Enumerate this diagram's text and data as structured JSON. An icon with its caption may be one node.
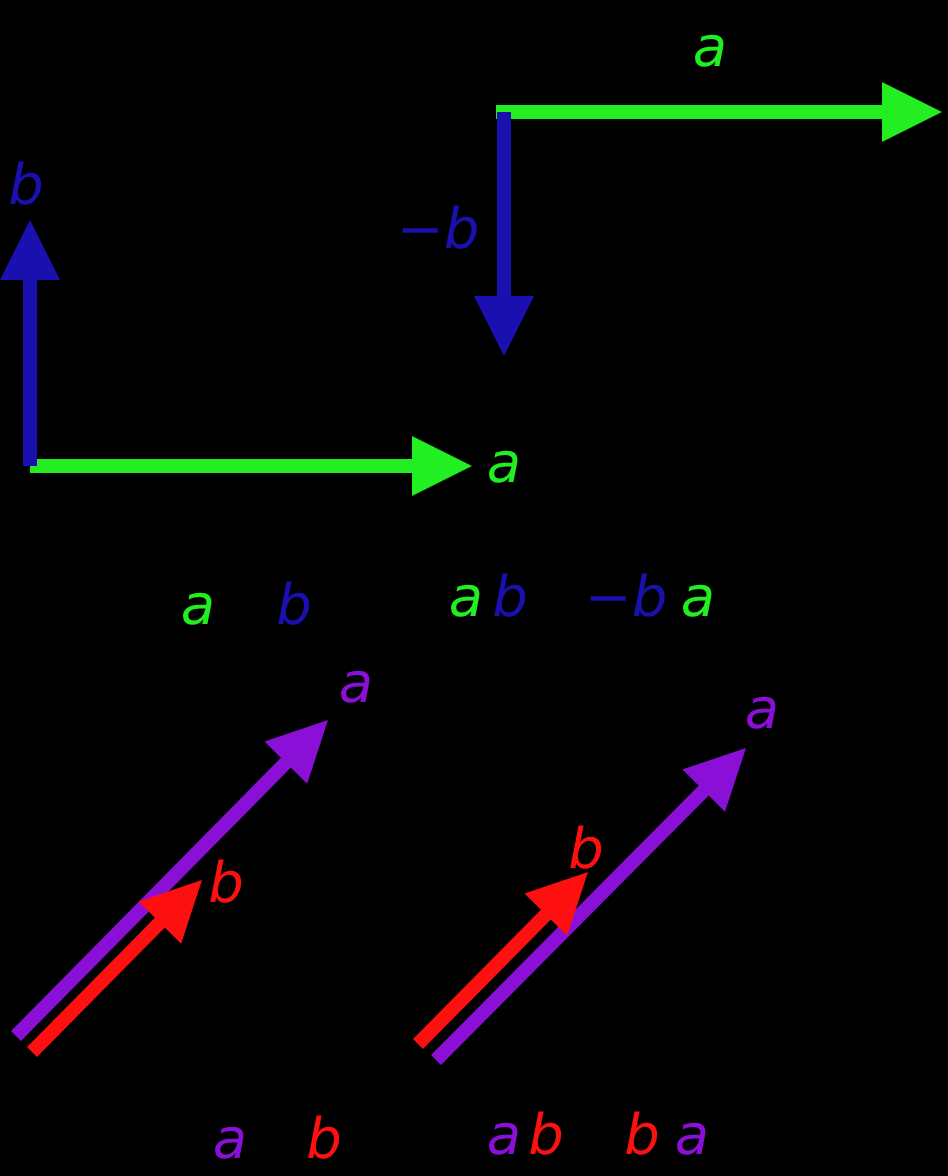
{
  "diagram": {
    "labels": [
      "a",
      "b",
      "−b",
      "a",
      "a",
      "b",
      "a",
      "b",
      "−b",
      "a",
      "a",
      "a",
      "b",
      "b",
      "a",
      "b",
      "a",
      "b",
      "b",
      "a"
    ]
  }
}
